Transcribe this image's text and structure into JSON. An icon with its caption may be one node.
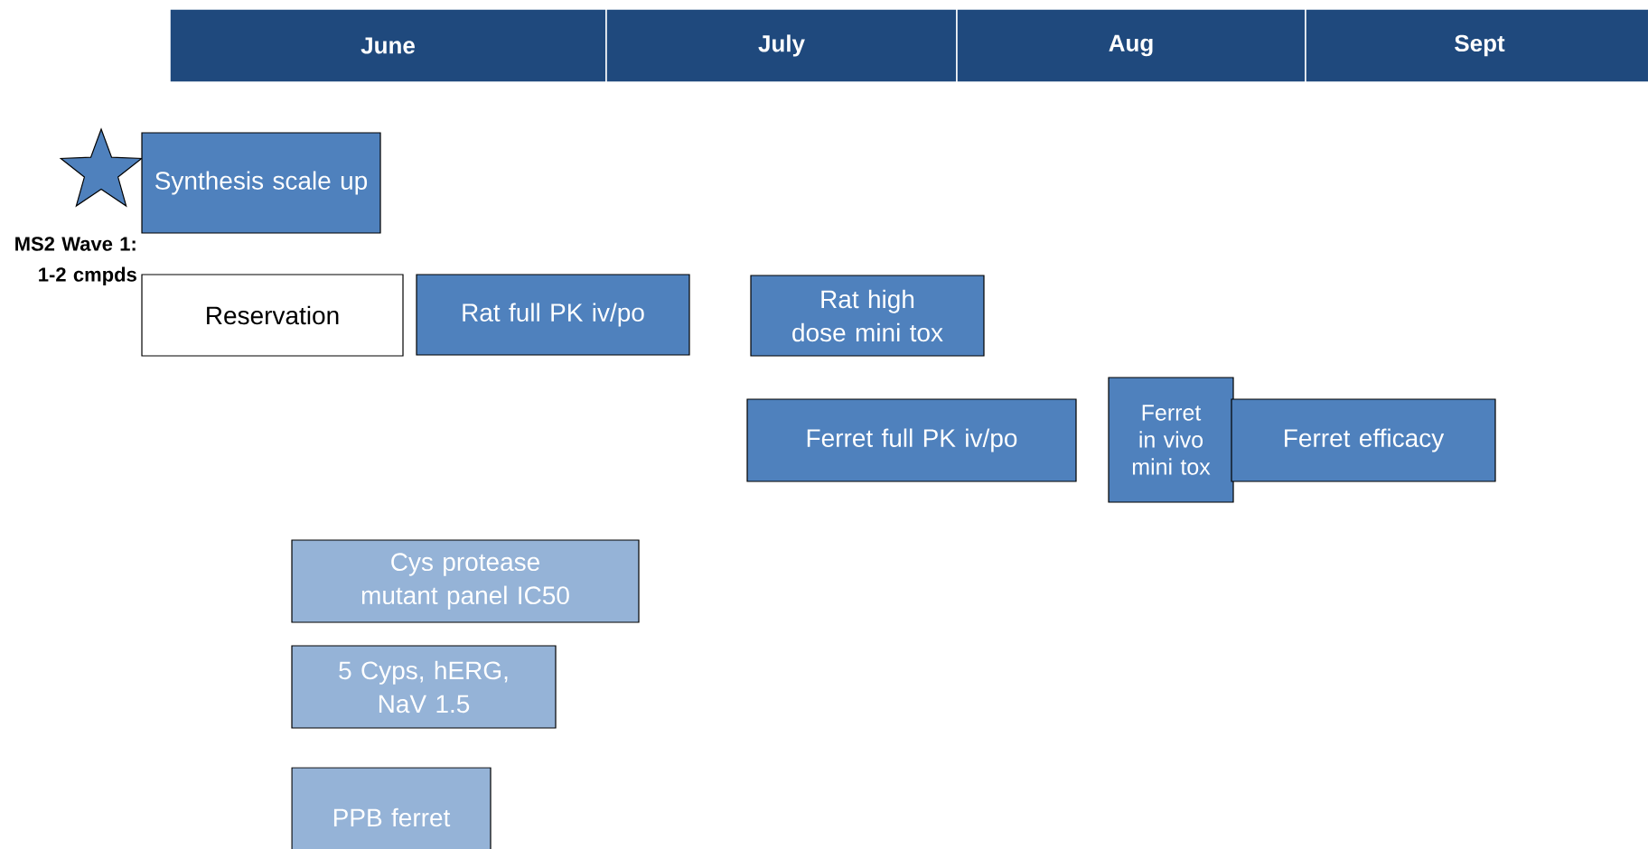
{
  "diagram": {
    "nodes": [
      {
        "text": [
          "June"
        ]
      },
      {
        "text": [
          "July"
        ]
      },
      {
        "text": [
          "Aug"
        ]
      },
      {
        "text": [
          "Sept"
        ]
      },
      {
        "text": [
          "Synthesis scale up"
        ]
      },
      {
        "text": [
          "Reservation"
        ]
      },
      {
        "text": [
          "Rat full PK iv/po"
        ]
      },
      {
        "text": [
          "Rat high dose mini tox"
        ]
      },
      {
        "text": [
          "Ferret full PK iv/po"
        ]
      },
      {
        "text": [
          "Ferret in vivo mini tox"
        ]
      },
      {
        "text": [
          "Ferret efficacy"
        ]
      },
      {
        "text": [
          "Cys protease mutant panel IC50"
        ]
      },
      {
        "text": [
          "5 Cyps, hERG, NaV 1.5"
        ]
      },
      {
        "text": [
          "PPB ferret"
        ]
      }
    ],
    "edges": [],
    "labels": [
      "MS2 Wave 1: 1-2 cmpds"
    ]
  }
}
